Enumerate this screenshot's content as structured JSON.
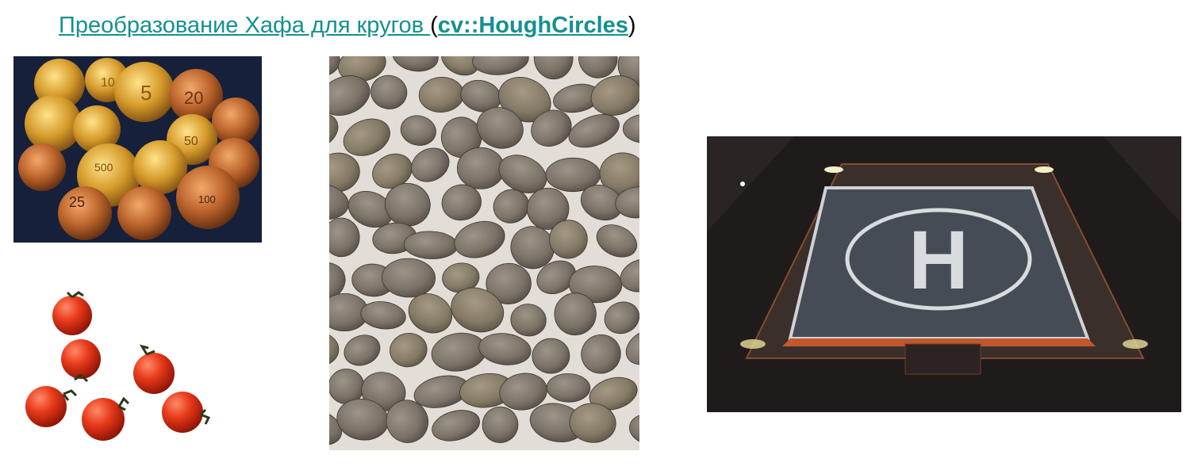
{
  "heading": {
    "link_text": " Преобразование Хафа для кругов ",
    "open_paren": "(",
    "function_link": "cv::HoughCircles",
    "close_paren": ")"
  },
  "images": {
    "coins": {
      "icon": "coins-photo",
      "labels": [
        "5",
        "20",
        "50",
        "500",
        "100",
        "25",
        "10"
      ]
    },
    "stones": {
      "icon": "pebbles-photo"
    },
    "helipad": {
      "icon": "helipad-photo",
      "marking": "H"
    },
    "tomatoes": {
      "icon": "cherry-tomatoes-photo"
    }
  },
  "colors": {
    "link": "#14918f"
  }
}
